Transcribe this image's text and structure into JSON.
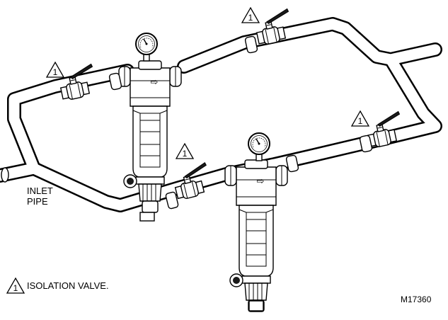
{
  "labels": {
    "inlet_line1": "INLET",
    "inlet_line2": "PIPE",
    "legend_text": "ISOLATION VALVE.",
    "figure_code": "M17360"
  },
  "callout_number": "1",
  "filter_arrow": "⇨"
}
